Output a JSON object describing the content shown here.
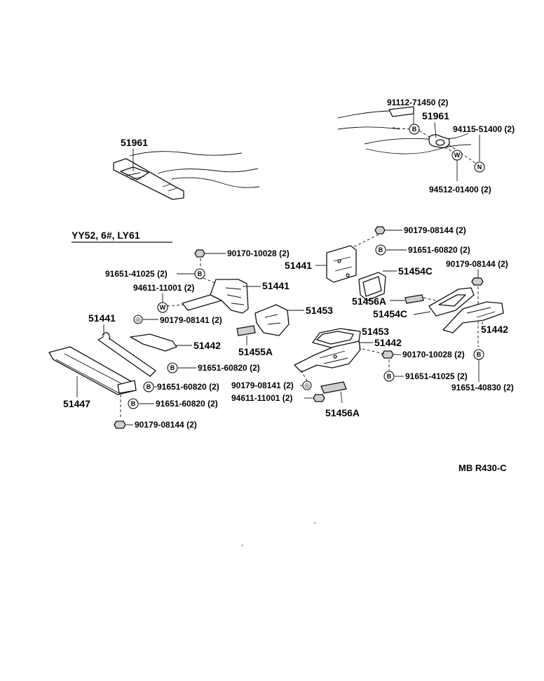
{
  "variant_title": "YY52, 6#, LY61",
  "ref_code": "MB R430-C",
  "symbols": {
    "bolt": "B",
    "washer": "W",
    "nut": "N"
  },
  "labels": {
    "p51961_left": "51961",
    "p51961_right": "51961",
    "p91112": "91112-71450 (2)",
    "p94115": "94115-51400 (2)",
    "p94512": "94512-01400 (2)",
    "p90170_a": "90170-10028 (2)",
    "p91651_41025_a": "91651-41025 (2)",
    "p51441_a": "51441",
    "p94611_a": "94611-11001 (2)",
    "p51453_a": "51453",
    "p90179_08141_a": "90179-08141 (2)",
    "p51441_b": "51441",
    "p51442_a": "51442",
    "p51455A": "51455A",
    "p91651_60820_a": "91651-60820 (2)",
    "p91651_60820_b": "91651-60820 (2)",
    "p51447": "51447",
    "p91651_60820_c": "91651-60820 (2)",
    "p90179_08144_a": "90179-08144 (2)",
    "p90179_08144_b": "90179-08144 (2)",
    "p51441_c": "51441",
    "p91651_60820_d": "91651-60820 (2)",
    "p51454C_a": "51454C",
    "p90179_08144_c": "90179-08144 (2)",
    "p51456A_a": "51456A",
    "p51454C_b": "51454C",
    "p51442_b": "51442",
    "p51453_b": "51453",
    "p51442_c": "51442",
    "p90170_b": "90170-10028 (2)",
    "p91651_41025_b": "91651-41025 (2)",
    "p91651_40830": "91651-40830 (2)",
    "p90179_08141_b": "90179-08141 (2)",
    "p94611_b": "94611-11001 (2)",
    "p51456A_b": "51456A"
  }
}
